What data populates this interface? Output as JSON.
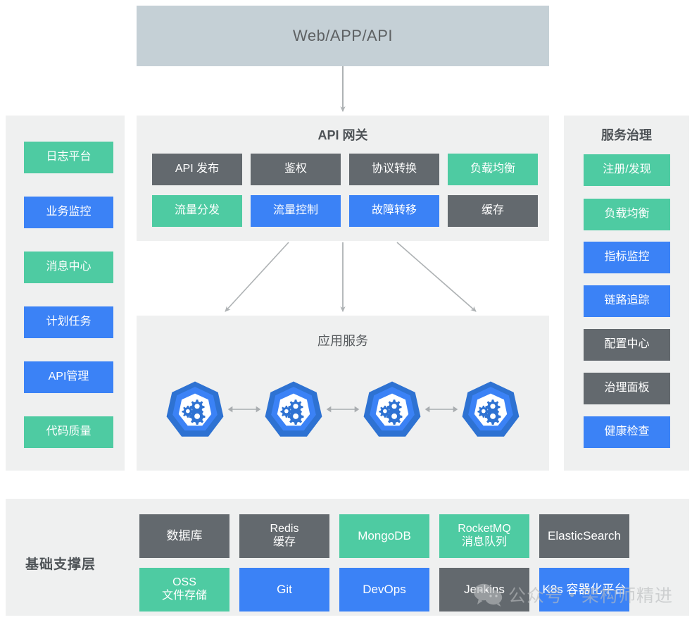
{
  "colors": {
    "gray": "#63696e",
    "green": "#4ecba2",
    "blue": "#3b82f6",
    "panel_bg": "#eff0f0",
    "banner_bg": "#c5d0d6",
    "title_text": "#4d5256",
    "arrow": "#aeb2b4",
    "watermark": "#b9bcbe"
  },
  "client_banner": {
    "label": "Web/APP/API"
  },
  "left_panel": {
    "items": [
      {
        "label": "日志平台",
        "color": "green"
      },
      {
        "label": "业务监控",
        "color": "blue"
      },
      {
        "label": "消息中心",
        "color": "green"
      },
      {
        "label": "计划任务",
        "color": "blue"
      },
      {
        "label": "API管理",
        "color": "blue"
      },
      {
        "label": "代码质量",
        "color": "green"
      }
    ]
  },
  "gateway_panel": {
    "title": "API 网关",
    "items": [
      {
        "label": "API 发布",
        "color": "gray"
      },
      {
        "label": "鉴权",
        "color": "gray"
      },
      {
        "label": "协议转换",
        "color": "gray"
      },
      {
        "label": "负载均衡",
        "color": "green"
      },
      {
        "label": "流量分发",
        "color": "green"
      },
      {
        "label": "流量控制",
        "color": "blue"
      },
      {
        "label": "故障转移",
        "color": "blue"
      },
      {
        "label": "缓存",
        "color": "gray"
      }
    ]
  },
  "appsvc_panel": {
    "title": "应用服务",
    "node_count": 4,
    "node_icon": "kubernetes-gears-icon",
    "link_icon": "bidirectional-arrow-icon"
  },
  "right_panel": {
    "title": "服务治理",
    "items": [
      {
        "label": "注册/发现",
        "color": "green"
      },
      {
        "label": "负载均衡",
        "color": "green"
      },
      {
        "label": "指标监控",
        "color": "blue"
      },
      {
        "label": "链路追踪",
        "color": "blue"
      },
      {
        "label": "配置中心",
        "color": "gray"
      },
      {
        "label": "治理面板",
        "color": "gray"
      },
      {
        "label": "健康检查",
        "color": "blue"
      }
    ]
  },
  "infra_panel": {
    "title": "基础支撑层",
    "items": [
      {
        "line1": "数据库",
        "line2": "",
        "color": "gray"
      },
      {
        "line1": "Redis",
        "line2": "缓存",
        "color": "gray"
      },
      {
        "line1": "MongoDB",
        "line2": "",
        "color": "green"
      },
      {
        "line1": "RocketMQ",
        "line2": "消息队列",
        "color": "green"
      },
      {
        "line1": "ElasticSearch",
        "line2": "",
        "color": "gray"
      },
      {
        "line1": "OSS",
        "line2": "文件存储",
        "color": "green"
      },
      {
        "line1": "Git",
        "line2": "",
        "color": "blue"
      },
      {
        "line1": "DevOps",
        "line2": "",
        "color": "blue"
      },
      {
        "line1": "Jenkins",
        "line2": "",
        "color": "gray"
      },
      {
        "line1": "K8s 容器化平台",
        "line2": "",
        "color": "blue"
      }
    ]
  },
  "watermark": {
    "icon": "wechat-icon",
    "text": "公众号・架构师精进"
  }
}
